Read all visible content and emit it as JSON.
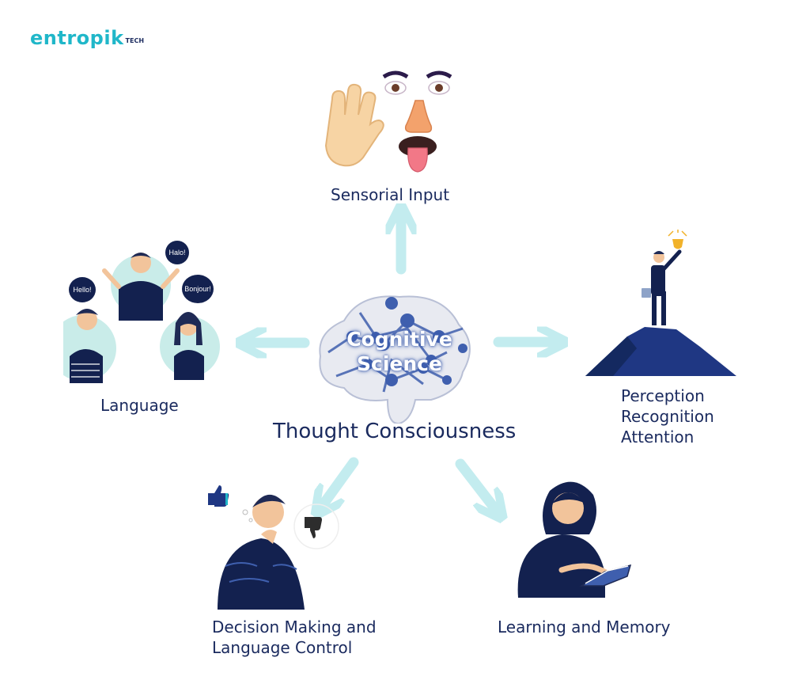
{
  "logo": {
    "main": "entropik",
    "sub": "TECH"
  },
  "center": {
    "line1": "Cognitive",
    "line2": "Science",
    "caption": "Thought Consciousness"
  },
  "nodes": {
    "sensorial": "Sensorial Input",
    "language": "Language",
    "perception": [
      "Perception",
      "Recognition",
      "Attention"
    ],
    "decision": [
      "Decision Making and",
      "Language Control"
    ],
    "learning": "Learning and Memory"
  },
  "speech": {
    "halo": "Halo!",
    "hello": "Hello!",
    "bonjour": "Bonjour!"
  },
  "colors": {
    "navy": "#1a2a5e",
    "arrow": "#c3ecef",
    "brain": "#3f5fae",
    "teal": "#20b7c9"
  }
}
